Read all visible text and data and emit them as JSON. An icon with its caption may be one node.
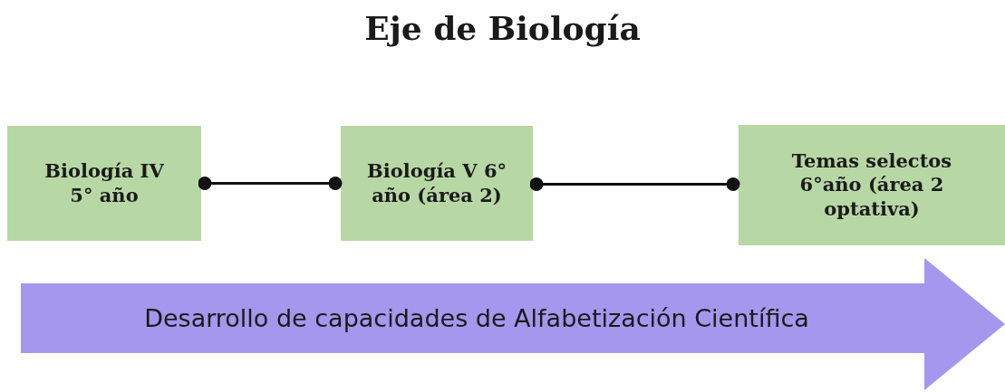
{
  "diagram": {
    "title": "Eje de Biología",
    "nodes": [
      {
        "text": [
          "Biología IV 5° año"
        ]
      },
      {
        "text": [
          "Biología V 6° año (área 2)"
        ]
      },
      {
        "text": [
          "Temas selectos 6°año (área 2 optativa)"
        ]
      },
      {
        "text": [
          "Desarrollo de capacidades de Alfabetización Científica"
        ]
      }
    ],
    "edges": [
      {
        "from": 0,
        "to": 1,
        "arrow": "other"
      },
      {
        "from": 1,
        "to": 2,
        "arrow": "other"
      }
    ]
  }
}
